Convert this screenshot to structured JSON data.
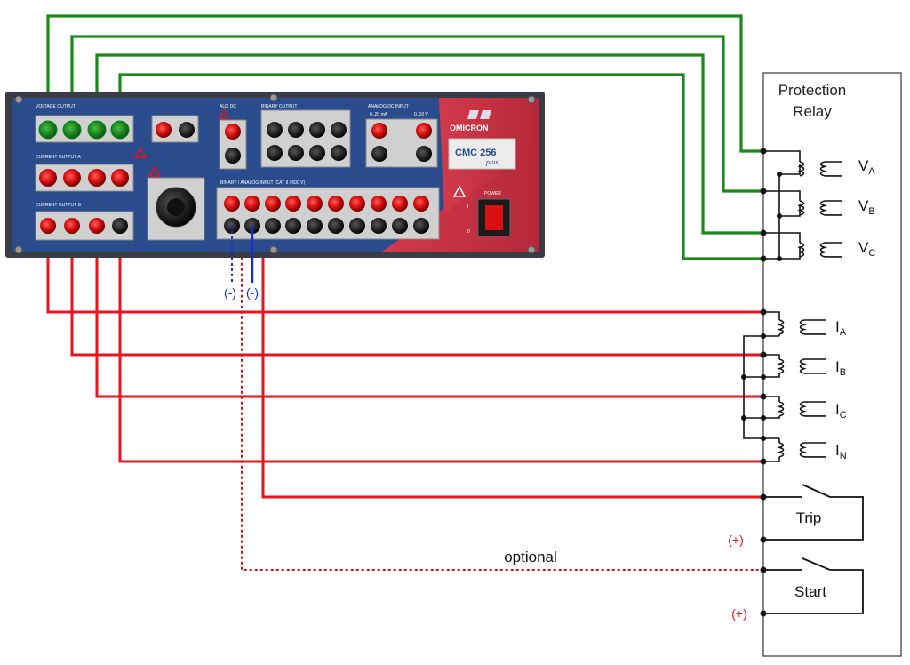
{
  "relay": {
    "title_line1": "Protection",
    "title_line2": "Relay",
    "voltage_labels": [
      {
        "main": "V",
        "sub": "A"
      },
      {
        "main": "V",
        "sub": "B"
      },
      {
        "main": "V",
        "sub": "C"
      }
    ],
    "current_labels": [
      {
        "main": "I",
        "sub": "A"
      },
      {
        "main": "I",
        "sub": "B"
      },
      {
        "main": "I",
        "sub": "C"
      },
      {
        "main": "I",
        "sub": "N"
      }
    ],
    "trip_label": "Trip",
    "start_label": "Start",
    "plus_label": "(+)"
  },
  "test_set": {
    "brand": "OMICRON",
    "model": "CMC 256",
    "model_suffix": "plus",
    "voltage_output_label": "VOLTAGE OUTPUT",
    "current_output_a_label": "CURRENT OUTPUT A",
    "current_output_b_label": "CURRENT OUTPUT B",
    "aux_dc_label": "AUX DC",
    "binary_output_label": "BINARY OUTPUT",
    "analog_dc_input_label": "ANALOG DC INPUT",
    "analog_dc_ranges": [
      "0..20 mA",
      "0..10 V"
    ],
    "binary_input_label": "BINARY / ANALOG INPUT (CAT II / 600 V)",
    "power_label": "POWER",
    "power_on": "I",
    "power_off": "0"
  },
  "wires": {
    "minus_label": "(-)",
    "optional_label": "optional"
  },
  "colors": {
    "voltage_wire": "#1a8a1a",
    "current_wire": "#e8141c",
    "binary_wire": "#1c2fc4",
    "label_red": "#e8141c",
    "panel_blue": "#2b4c8c",
    "panel_red": "#d23a4a"
  }
}
